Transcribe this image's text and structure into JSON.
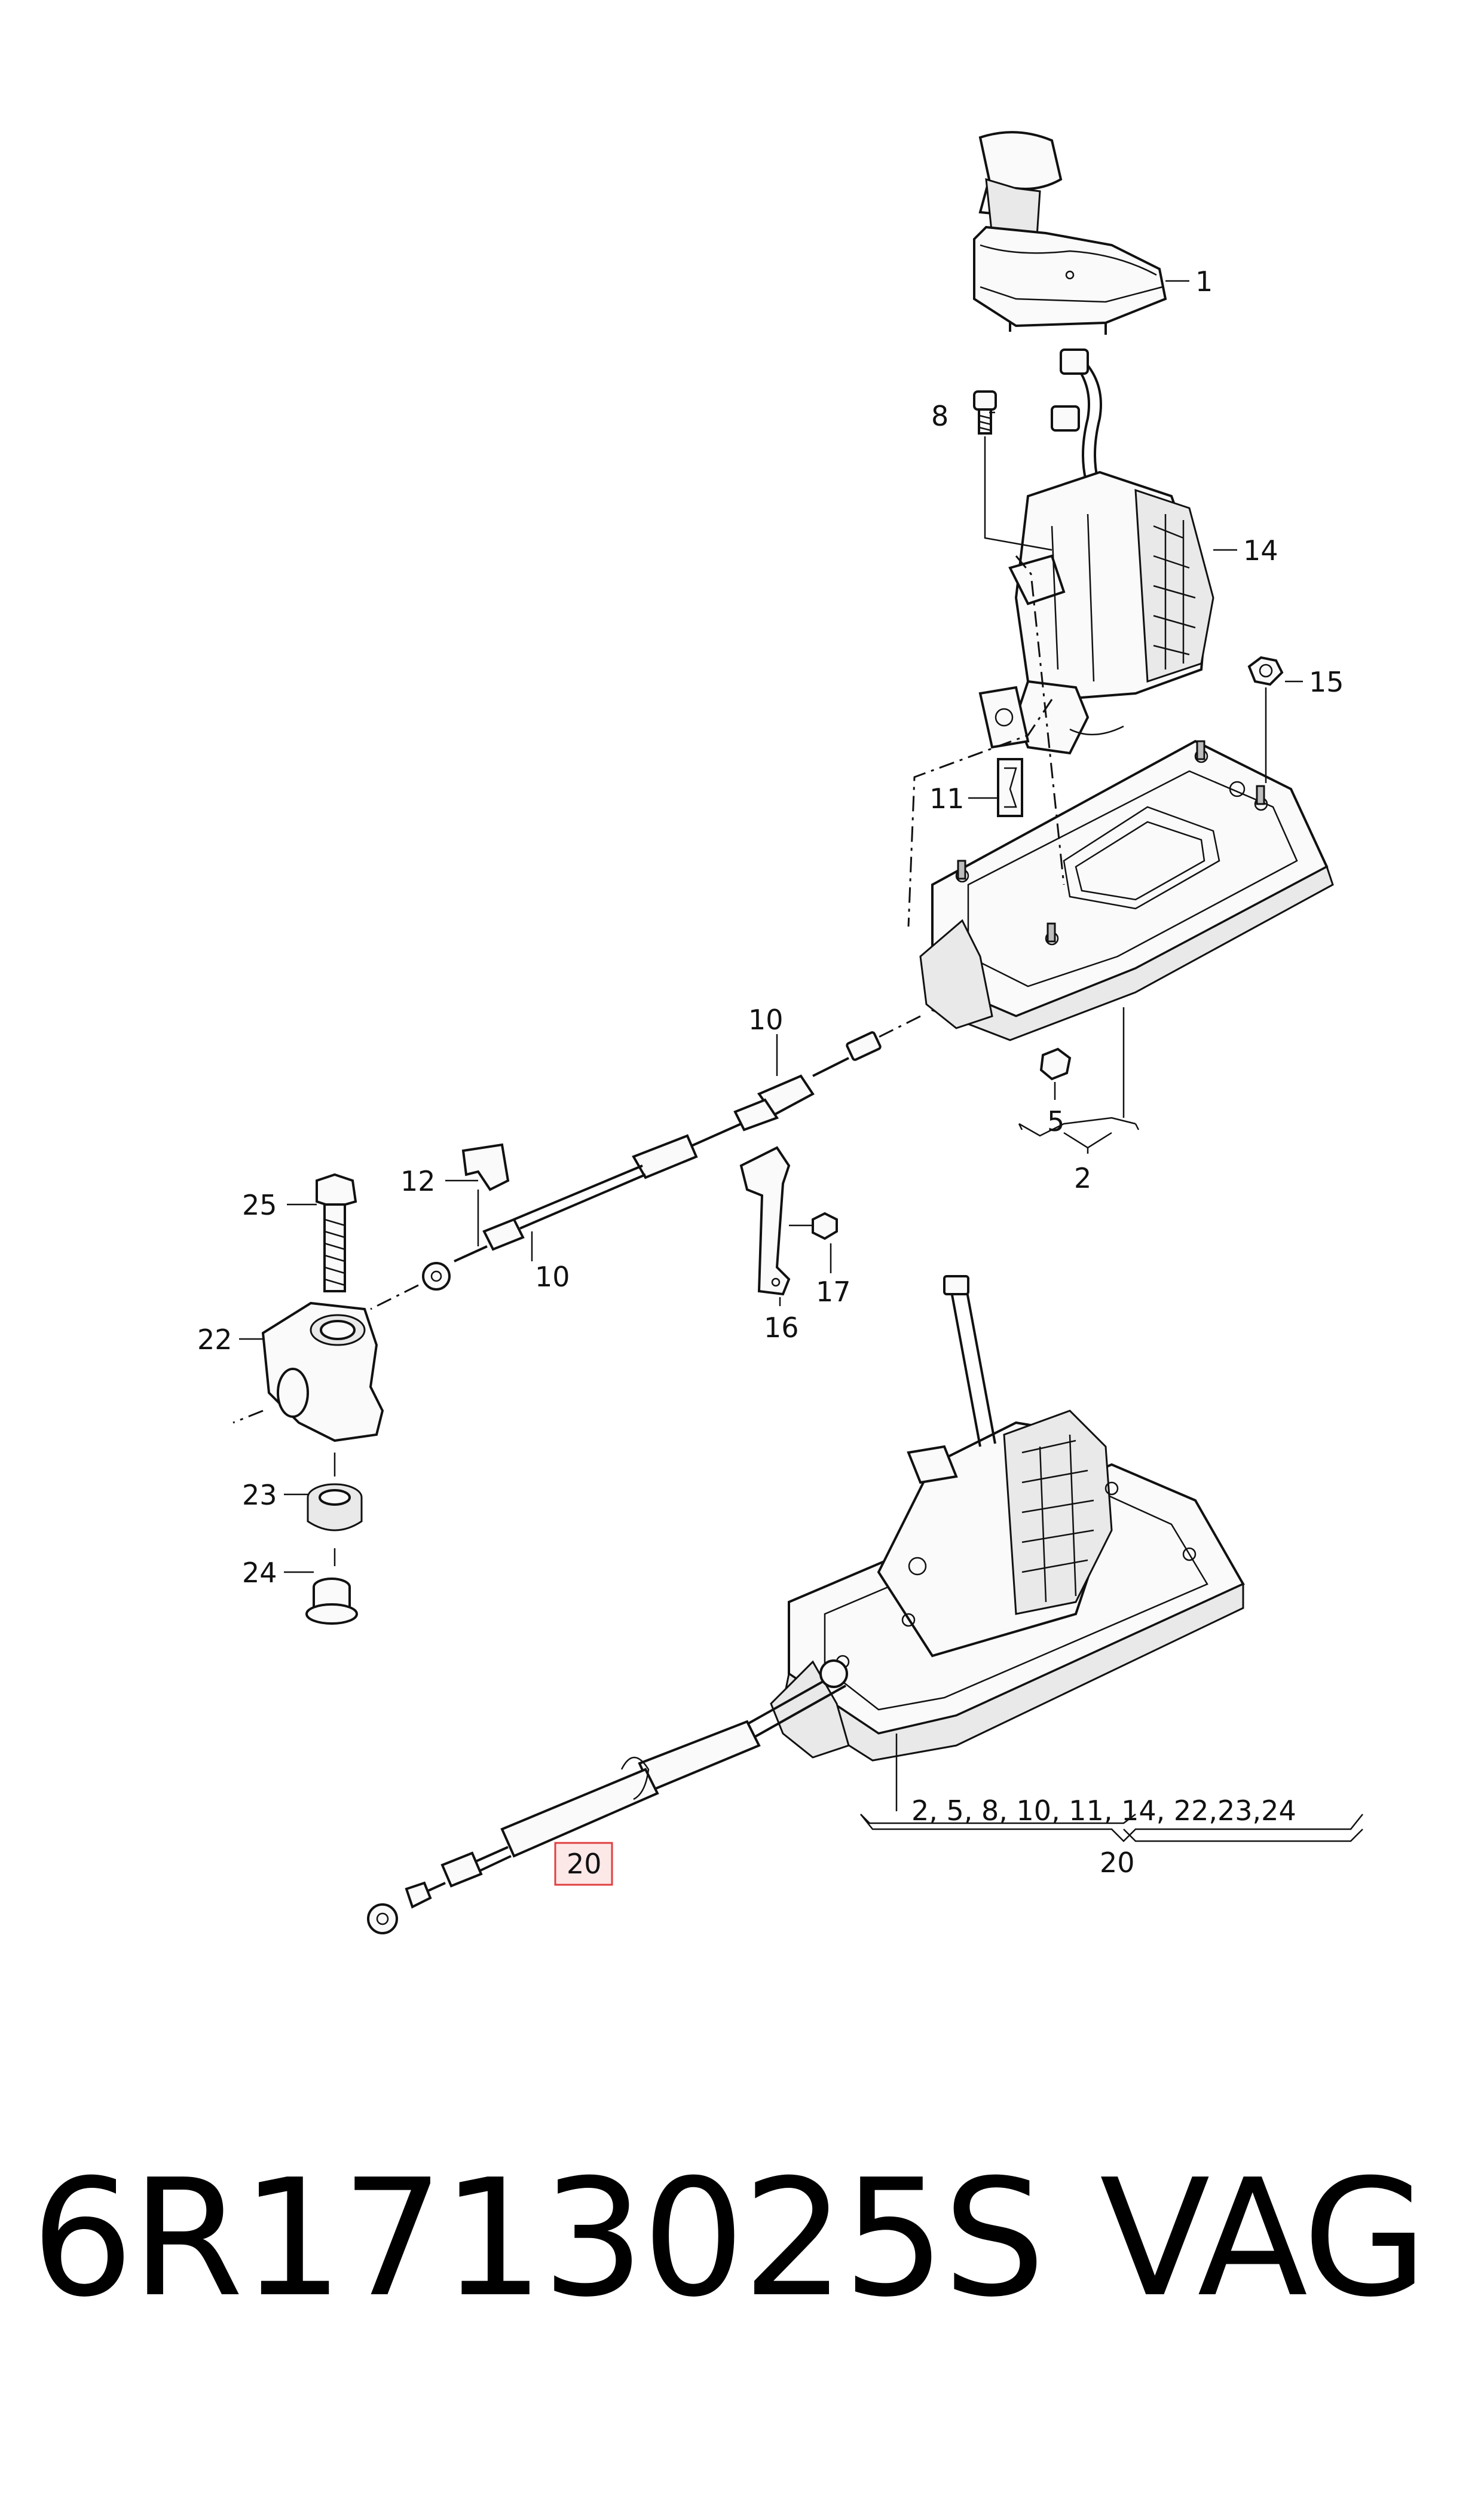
{
  "callouts": {
    "c1": "1",
    "c8": "8",
    "c14": "14",
    "c15": "15",
    "c11": "11",
    "c10_top": "10",
    "c5": "5",
    "c2": "2",
    "c12": "12",
    "c25": "25",
    "c10_mid": "10",
    "c17": "17",
    "c16": "16",
    "c22": "22",
    "c23": "23",
    "c24": "24",
    "c20_box": "20",
    "c20_group": "20"
  },
  "group_list": "2, 5, 8,  10, 11, 14, 22,23,24",
  "footer": {
    "part_number": "6R1713025S",
    "brand": "VAG"
  },
  "colors": {
    "line": "#111111",
    "highlight_box": "#e04040"
  }
}
